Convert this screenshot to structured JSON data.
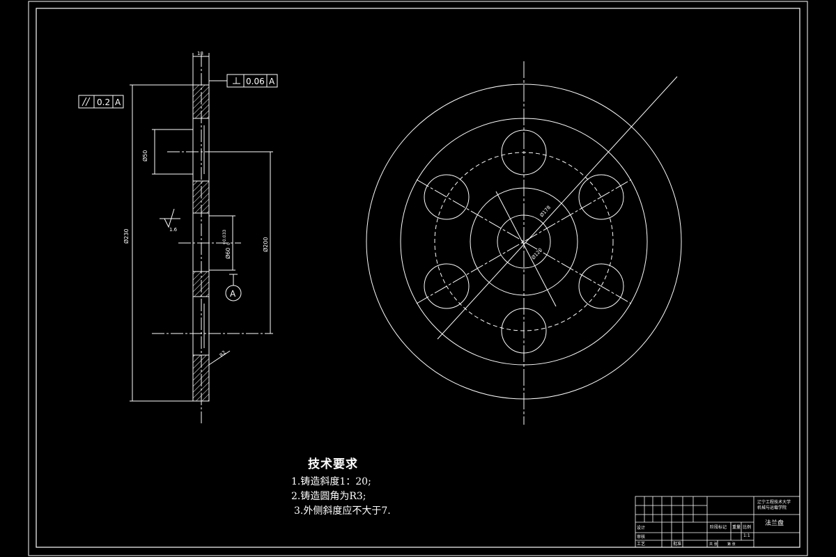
{
  "dimensions": {
    "width_label": "18",
    "perp_tol": "0.06",
    "perp_datum": "A",
    "par_tol": "0.2",
    "par_datum": "A",
    "d50": "Ø50",
    "d230": "Ø230",
    "d200": "Ø200",
    "d60": "Ø60",
    "d60_tol": "+0.033",
    "d60_tol_low": "0",
    "roughness": "1.6",
    "datum_a": "A",
    "r2": "R2",
    "d178": "Ø178",
    "d120": "Ø120"
  },
  "tech_requirements": {
    "heading": "技术要求",
    "items": [
      "1.铸造斜度1：20;",
      "2.铸造圆角为R3;",
      "3.外侧斜度应不大于7."
    ]
  },
  "title_block": {
    "school": "辽宁工程技术大学",
    "dept": "机械与运载学院",
    "part_name": "法兰盘",
    "scale_label": "比例",
    "scale_value": "1:1",
    "mark_label": "阶段标记",
    "weight_label": "重量",
    "sheet_total": "共 张",
    "sheet_no": "第 张",
    "design": "设计",
    "check": "审核",
    "craft": "工艺",
    "approve": "批准"
  },
  "colors": {
    "line": "#ffffff",
    "bg": "#000000"
  }
}
